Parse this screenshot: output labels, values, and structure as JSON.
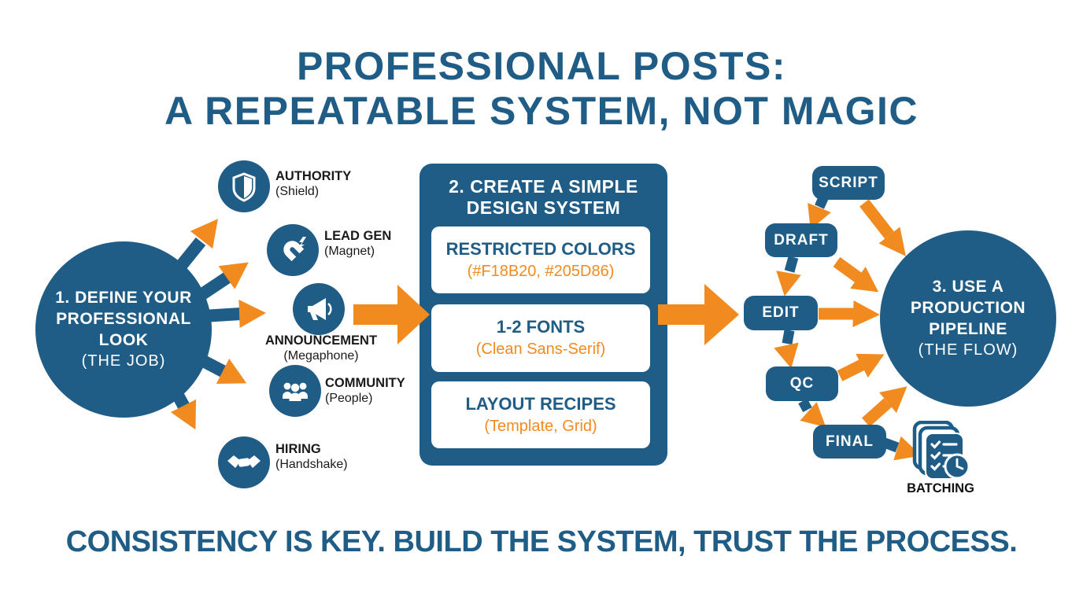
{
  "palette": {
    "orange": "#F18B20",
    "blue": "#205D86"
  },
  "title": {
    "line1": "PROFESSIONAL POSTS:",
    "line2": "A REPEATABLE SYSTEM, NOT MAGIC"
  },
  "step1": {
    "title_lines": [
      "1. DEFINE YOUR",
      "PROFESSIONAL",
      "LOOK"
    ],
    "subtitle": "(THE JOB)"
  },
  "post_types": [
    {
      "label": "AUTHORITY",
      "sub": "(Shield)",
      "icon": "shield-icon"
    },
    {
      "label": "LEAD GEN",
      "sub": "(Magnet)",
      "icon": "magnet-icon"
    },
    {
      "label": "ANNOUNCEMENT",
      "sub": "(Megaphone)",
      "icon": "megaphone-icon"
    },
    {
      "label": "COMMUNITY",
      "sub": "(People)",
      "icon": "people-icon"
    },
    {
      "label": "HIRING",
      "sub": "(Handshake)",
      "icon": "handshake-icon"
    }
  ],
  "step2": {
    "title_line1": "2. CREATE A SIMPLE",
    "title_line2": "DESIGN SYSTEM",
    "cards": [
      {
        "heading": "RESTRICTED COLORS",
        "detail": "(#F18B20, #205D86)"
      },
      {
        "heading": "1-2 FONTS",
        "detail": "(Clean Sans-Serif)"
      },
      {
        "heading": "LAYOUT RECIPES",
        "detail": "(Template, Grid)"
      }
    ]
  },
  "step3": {
    "title_lines": [
      "3. USE A",
      "PRODUCTION",
      "PIPELINE"
    ],
    "subtitle": "(THE FLOW)"
  },
  "pipeline": {
    "nodes": [
      "SCRIPT",
      "DRAFT",
      "EDIT",
      "QC",
      "FINAL"
    ],
    "batching_label": "BATCHING"
  },
  "footer": {
    "tagline": "CONSISTENCY IS KEY. BUILD THE SYSTEM, TRUST THE PROCESS."
  }
}
